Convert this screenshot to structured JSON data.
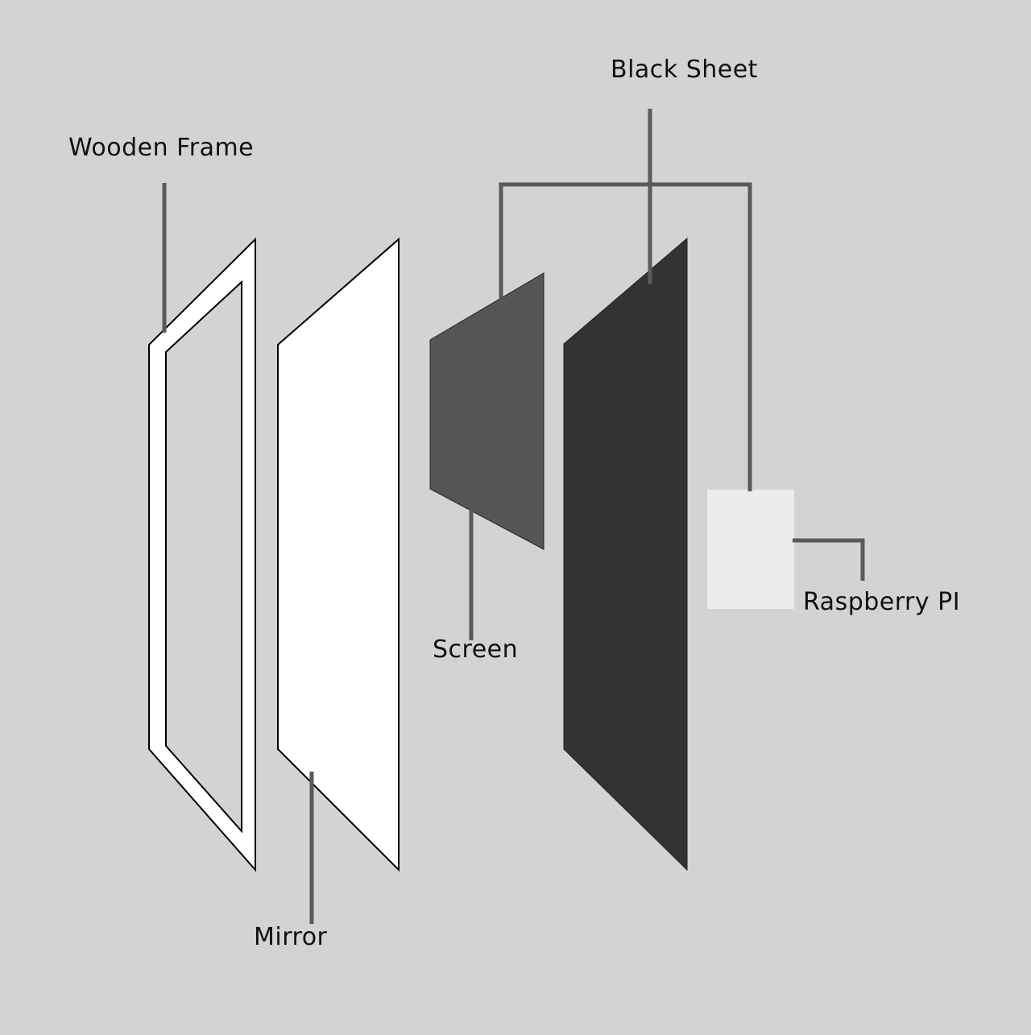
{
  "diagram": {
    "labels": {
      "wooden_frame": "Wooden Frame",
      "mirror": "Mirror",
      "screen": "Screen",
      "black_sheet": "Black Sheet",
      "raspberry_pi": "Raspberry PI"
    },
    "colors": {
      "background": "#d4d3d1",
      "frame_fill": "#ffffff",
      "mirror_fill": "#ffffff",
      "screen_fill": "#555555",
      "black_sheet_fill": "#343334",
      "raspberry_pi_fill": "#ebebea",
      "leader_line": "#5a5a5a",
      "outline": "#000000"
    }
  }
}
